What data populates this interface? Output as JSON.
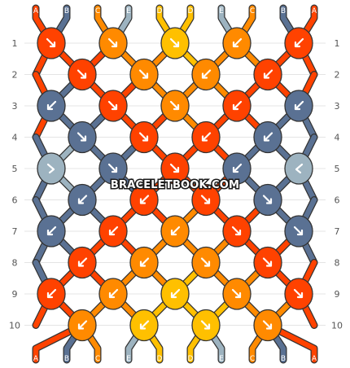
{
  "watermark": "BRACELETBOOK.COM",
  "pattern": {
    "strands_top": [
      "A",
      "B",
      "C",
      "E",
      "D",
      "D",
      "E",
      "C",
      "B",
      "A"
    ],
    "strands_bottom": [
      "A",
      "B",
      "C",
      "E",
      "D",
      "D",
      "E",
      "C",
      "B",
      "A"
    ],
    "colors": {
      "A": "#ff4200",
      "B": "#5a7193",
      "C": "#ff8a00",
      "D": "#ffc000",
      "E": "#9db3c0"
    },
    "knot_outline_color": "#333333",
    "row_labels": [
      "1",
      "2",
      "3",
      "4",
      "5",
      "6",
      "7",
      "8",
      "9",
      "10"
    ],
    "knots": [
      [
        {
          "color": "A",
          "dir": "down-right"
        },
        {
          "color": "C",
          "dir": "down-right"
        },
        {
          "color": "D",
          "dir": "down-right"
        },
        {
          "color": "C",
          "dir": "down-left"
        },
        {
          "color": "A",
          "dir": "down-left"
        }
      ],
      [
        {
          "color": "A",
          "dir": "down-right"
        },
        {
          "color": "C",
          "dir": "down-right"
        },
        {
          "color": "C",
          "dir": "down-left"
        },
        {
          "color": "A",
          "dir": "down-left"
        }
      ],
      [
        {
          "color": "B",
          "dir": "down-left"
        },
        {
          "color": "A",
          "dir": "down-right"
        },
        {
          "color": "C",
          "dir": "down-right"
        },
        {
          "color": "A",
          "dir": "down-left"
        },
        {
          "color": "B",
          "dir": "down-left"
        }
      ],
      [
        {
          "color": "B",
          "dir": "down-right"
        },
        {
          "color": "A",
          "dir": "down-right"
        },
        {
          "color": "A",
          "dir": "down-left"
        },
        {
          "color": "B",
          "dir": "down-left"
        }
      ],
      [
        {
          "color": "E",
          "dir": "right-down"
        },
        {
          "color": "B",
          "dir": "down-right"
        },
        {
          "color": "A",
          "dir": "down-right"
        },
        {
          "color": "B",
          "dir": "down-left"
        },
        {
          "color": "E",
          "dir": "left-down"
        }
      ],
      [
        {
          "color": "B",
          "dir": "down-left"
        },
        {
          "color": "A",
          "dir": "down-left"
        },
        {
          "color": "A",
          "dir": "down-right"
        },
        {
          "color": "B",
          "dir": "down-right"
        }
      ],
      [
        {
          "color": "B",
          "dir": "down-left"
        },
        {
          "color": "A",
          "dir": "down-left"
        },
        {
          "color": "C",
          "dir": "down-left"
        },
        {
          "color": "A",
          "dir": "down-right"
        },
        {
          "color": "B",
          "dir": "down-right"
        }
      ],
      [
        {
          "color": "A",
          "dir": "down-left"
        },
        {
          "color": "C",
          "dir": "down-left"
        },
        {
          "color": "C",
          "dir": "down-right"
        },
        {
          "color": "A",
          "dir": "down-right"
        }
      ],
      [
        {
          "color": "A",
          "dir": "down-left"
        },
        {
          "color": "C",
          "dir": "down-left"
        },
        {
          "color": "D",
          "dir": "down-left"
        },
        {
          "color": "C",
          "dir": "down-right"
        },
        {
          "color": "A",
          "dir": "down-right"
        }
      ],
      [
        {
          "color": "C",
          "dir": "down-left"
        },
        {
          "color": "D",
          "dir": "down-left"
        },
        {
          "color": "D",
          "dir": "down-right"
        },
        {
          "color": "C",
          "dir": "down-right"
        }
      ]
    ],
    "strand_paths": [
      [
        "A",
        "A",
        "A",
        "B",
        "B",
        "B",
        "E",
        "B",
        "B",
        "B",
        "A",
        "A"
      ],
      [
        "B",
        "A",
        "A",
        "A",
        "B",
        "B",
        "B",
        "B",
        "B",
        "A",
        "A",
        "B"
      ],
      [
        "C",
        "C",
        "C",
        "A",
        "A",
        "B",
        "B",
        "A",
        "A",
        "C",
        "C",
        "C"
      ],
      [
        "E",
        "C",
        "C",
        "C",
        "A",
        "A",
        "A",
        "A",
        "C",
        "C",
        "C",
        "E"
      ],
      [
        "D",
        "D",
        "C",
        "C",
        "C",
        "A",
        "A",
        "C",
        "C",
        "D",
        "D",
        "D"
      ],
      [
        "D",
        "D",
        "D",
        "C",
        "C",
        "A",
        "A",
        "C",
        "D",
        "D",
        "D",
        "D"
      ],
      [
        "E",
        "C",
        "C",
        "C",
        "A",
        "A",
        "A",
        "A",
        "C",
        "C",
        "C",
        "E"
      ],
      [
        "C",
        "C",
        "A",
        "A",
        "A",
        "B",
        "B",
        "A",
        "A",
        "C",
        "C",
        "C"
      ],
      [
        "B",
        "A",
        "A",
        "B",
        "B",
        "B",
        "B",
        "B",
        "A",
        "A",
        "A",
        "B"
      ],
      [
        "A",
        "A",
        "B",
        "B",
        "B",
        "E",
        "E",
        "B",
        "B",
        "A",
        "A",
        "A"
      ]
    ]
  }
}
